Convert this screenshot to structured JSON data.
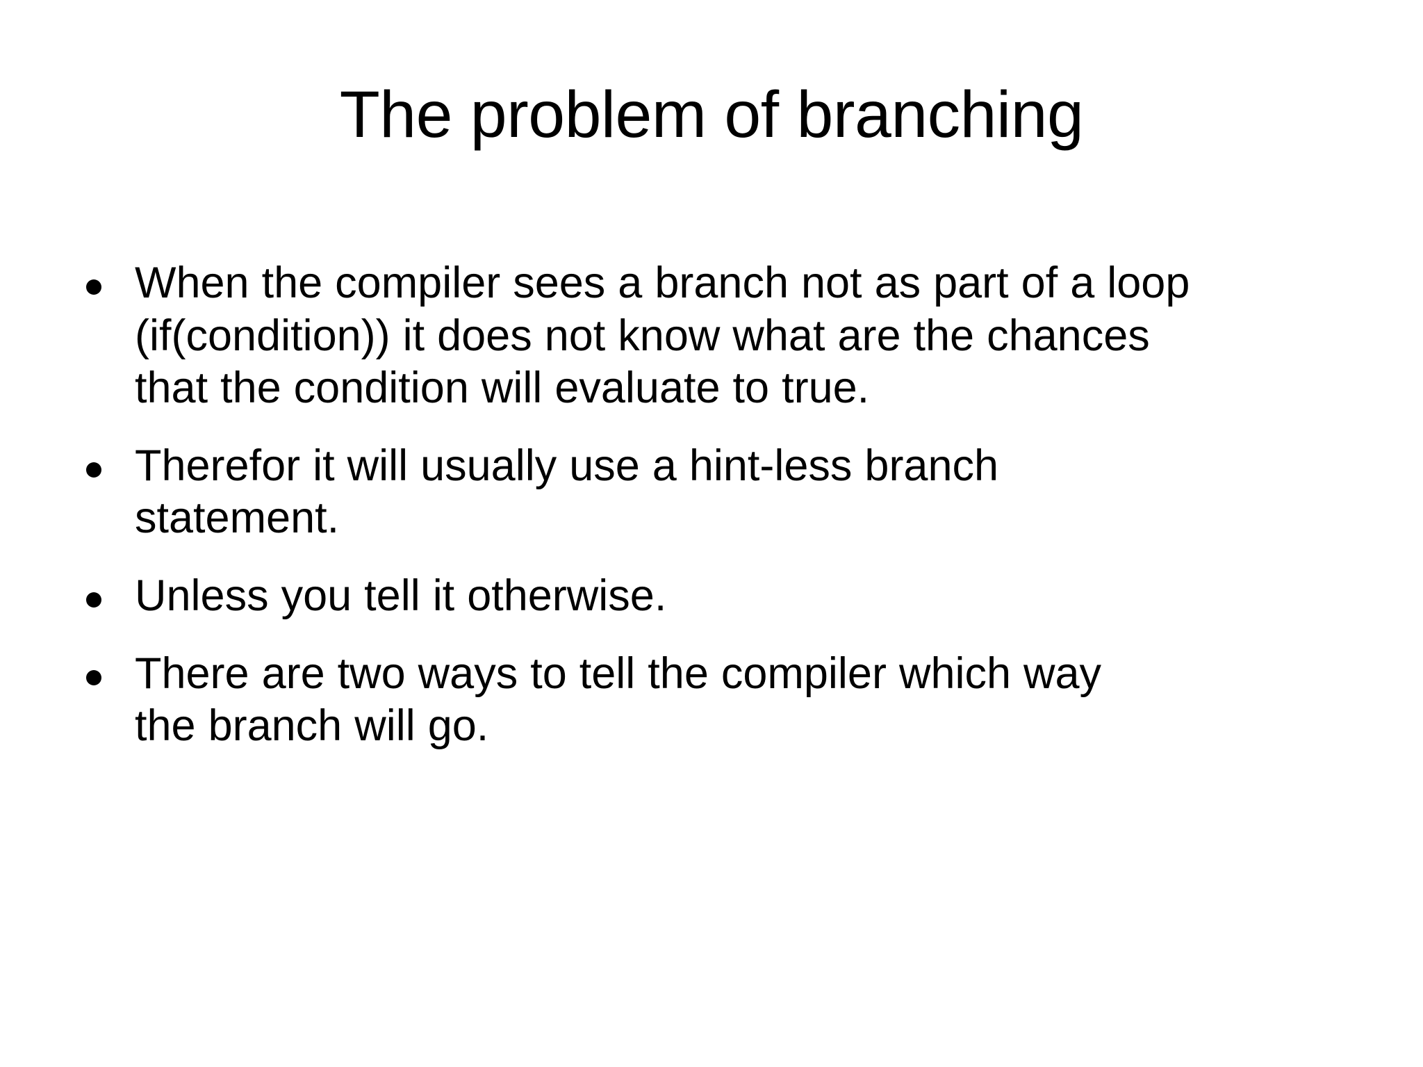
{
  "slide": {
    "title": "The problem of branching",
    "background_color": "#ffffff",
    "text_color": "#000000",
    "bullet_glyph": "•",
    "bullets": [
      {
        "text": "When the compiler sees a branch not as part of a loop (if(condition)) it does not know what are the chances that the condition will evaluate to true."
      },
      {
        "text": "Therefor it will usually use a hint-less branch statement."
      },
      {
        "text": "Unless you tell it otherwise."
      },
      {
        "text": "There are two ways to tell the compiler which way the branch will go."
      }
    ]
  }
}
